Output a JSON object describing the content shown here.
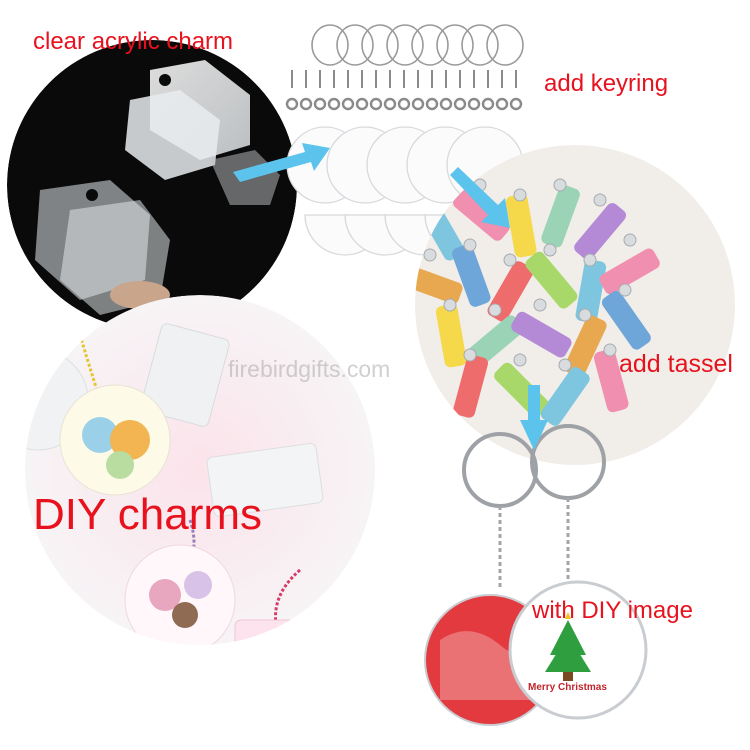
{
  "labels": {
    "clear_acrylic": "clear acrylic charm",
    "add_keyring": "add keyring",
    "add_tassel": "add tassel",
    "diy_charms": "DIY charms",
    "with_diy_image": "with DIY image"
  },
  "watermark": "firebirdgifts.com",
  "ornament_text": "Merry Christmas",
  "colors": {
    "label_red": "#e8121e",
    "arrow_blue": "#5cc4ec",
    "photo_black": "#0a0a0a",
    "keychain_red": "#e23a3f"
  },
  "tassel_colors": [
    "#7ec6e0",
    "#f08fb0",
    "#f5d94a",
    "#9ad3b5",
    "#b48ad6",
    "#e8a84f",
    "#6fa6d9",
    "#ee6c6c",
    "#a8d86a"
  ]
}
